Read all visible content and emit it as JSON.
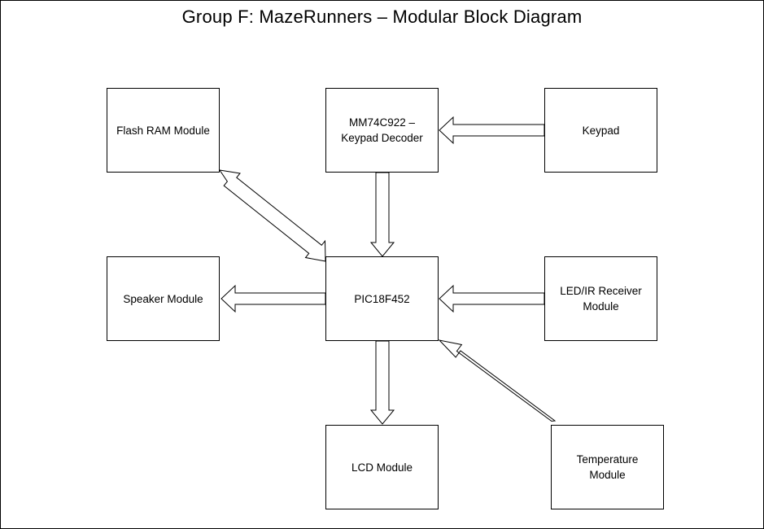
{
  "title": "Group F: MazeRunners – Modular Block Diagram",
  "blocks": {
    "flash_ram": "Flash RAM Module",
    "decoder": "MM74C922 –\nKeypad Decoder",
    "keypad": "Keypad",
    "speaker": "Speaker Module",
    "mcu": "PIC18F452",
    "led_ir": "LED/IR Receiver\nModule",
    "lcd": "LCD Module",
    "temperature": "Temperature\nModule"
  }
}
